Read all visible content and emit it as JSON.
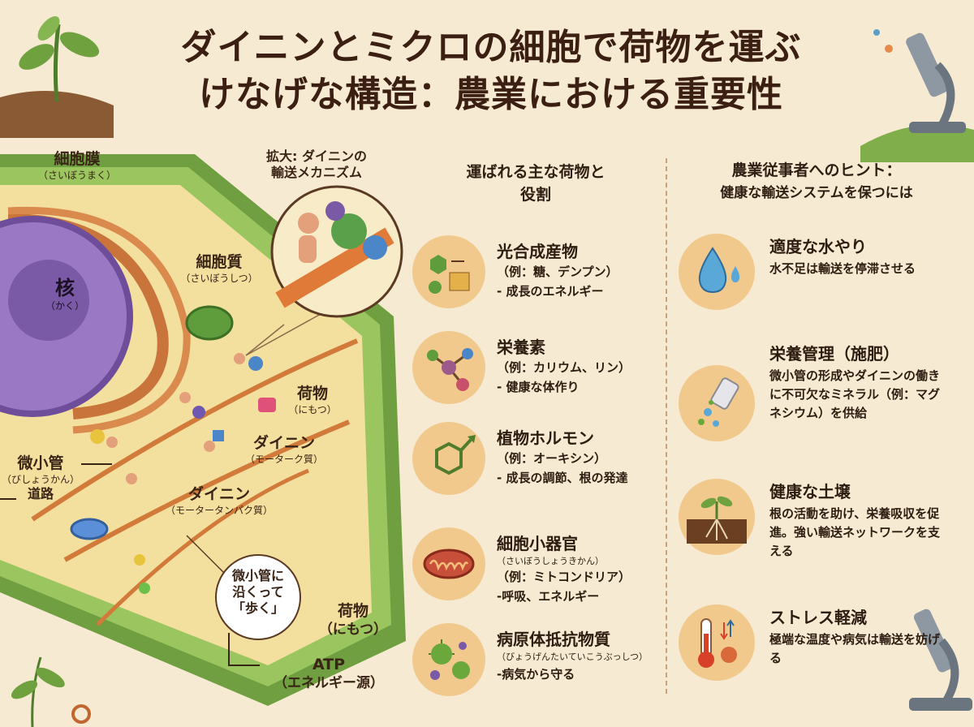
{
  "title_line1": "ダイニンとミクロの細胞で荷物を運ぶ",
  "title_line2": "けなげな構造：農業における重要性",
  "cell": {
    "membrane": {
      "name": "細胞膜",
      "reading": "（さいぼうまく）"
    },
    "zoom": {
      "line1": "拡大: ダイニンの",
      "line2": "輸送メカニズム"
    },
    "nucleus": {
      "name": "核",
      "reading": "（かく）"
    },
    "cytoplasm": {
      "name": "細胞質",
      "reading": "（さいぼうしつ）"
    },
    "cargo1": {
      "name": "荷物",
      "reading": "（にもつ）"
    },
    "dynein1": {
      "name": "ダイニン",
      "reading": "（モーターク質）"
    },
    "microtubule": {
      "name": "微小管",
      "reading": "（びしょうかん）",
      "note": "道路"
    },
    "dynein2": {
      "name": "ダイニン",
      "reading": "（モータータンパク質）"
    },
    "walk_bubble": {
      "line1": "微小管に",
      "line2": "沿くって",
      "line3": "「歩く」"
    },
    "cargo2": {
      "name": "荷物",
      "reading": "（にもつ）"
    },
    "atp": {
      "name": "ATP",
      "reading": "（エネルギー源）"
    }
  },
  "cargo_column": {
    "heading_line1": "運ばれる主な荷物と",
    "heading_line2": "役割",
    "items": [
      {
        "title": "光合成産物",
        "example": "（例：糖、デンプン）",
        "desc": "- 成長のエネルギー",
        "icon": "sugar-icon"
      },
      {
        "title": "栄養素",
        "example": "（例：カリウム、リン）",
        "desc": "- 健康な体作り",
        "icon": "molecule-icon"
      },
      {
        "title": "植物ホルモン",
        "example": "（例：オーキシン）",
        "desc": "- 成長の調節、根の発達",
        "icon": "hormone-icon"
      },
      {
        "title": "細胞小器官",
        "reading": "（さいぼうしょうきかん）",
        "example": "（例：ミトコンドリア）",
        "desc": "-呼吸、エネルギー",
        "icon": "mitochondria-icon"
      },
      {
        "title": "病原体抵抗物質",
        "reading": "（びょうげんたいていこうぶっしつ）",
        "desc": "-病気から守る",
        "icon": "pathogen-icon"
      }
    ]
  },
  "hints_column": {
    "heading_line1": "農業従事者へのヒント：",
    "heading_line2": "健康な輸送システムを保つには",
    "items": [
      {
        "title": "適度な水やり",
        "desc": "水不足は輸送を停滞させる",
        "icon": "water-drop-icon"
      },
      {
        "title": "栄養管理（施肥）",
        "desc": "微小管の形成やダイニンの働きに不可欠なミネラル（例：マグネシウム）を供給",
        "icon": "fertilizer-icon"
      },
      {
        "title": "健康な土壌",
        "desc": "根の活動を助け、栄養吸収を促進。強い輸送ネットワークを支える",
        "icon": "sprout-icon"
      },
      {
        "title": "ストレス軽減",
        "desc": "極端な温度や病気は輸送を妨げる",
        "icon": "thermometer-icon"
      }
    ]
  },
  "colors": {
    "background": "#f6ead2",
    "cell_wall": "#7fae4a",
    "nucleus": "#9b78c4",
    "icon_bg": "#f1c98d"
  }
}
